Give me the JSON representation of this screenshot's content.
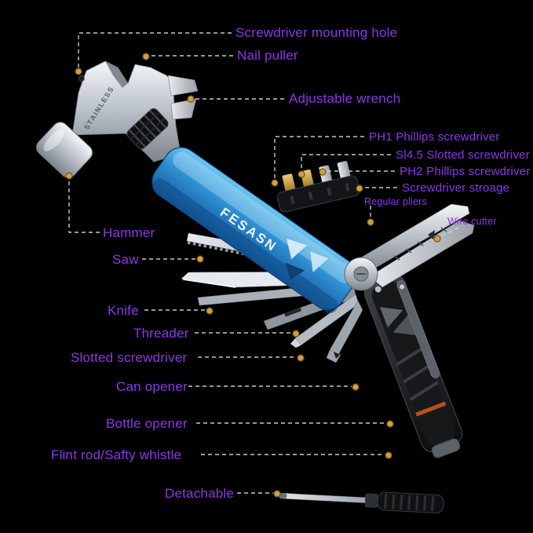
{
  "colors": {
    "label": "#8d36e8",
    "line": "#d9d9d9",
    "dot": "#d2a13d",
    "dot-ring": "#6e5314",
    "bg": "#000000",
    "brand-blue": "#2e8fd2",
    "bit-gold": "#c79b3f"
  },
  "product": {
    "brand": "FESASN",
    "engraving": "STAINLESS"
  },
  "labels": [
    {
      "id": "screwdriver-mounting-hole",
      "text": "Screwdriver mounting hole"
    },
    {
      "id": "nail-puller",
      "text": "Nail puller"
    },
    {
      "id": "adjustable-wrench",
      "text": "Adjustable wrench"
    },
    {
      "id": "ph1-phillips-screwdriver",
      "text": "PH1 Phillips screwdriver"
    },
    {
      "id": "sl45-slotted-screwdriver",
      "text": "Sl4.5 Slotted screwdriver"
    },
    {
      "id": "ph2-phillips-screwdriver",
      "text": "PH2 Phillips screwdriver"
    },
    {
      "id": "screwdriver-storage",
      "text": "Screwdriver stroage"
    },
    {
      "id": "regular-pliers",
      "text": "Regular pliers"
    },
    {
      "id": "wire-cutter",
      "text": "Wire cutter"
    },
    {
      "id": "hammer",
      "text": "Hammer"
    },
    {
      "id": "saw",
      "text": "Saw"
    },
    {
      "id": "knife",
      "text": "Knife"
    },
    {
      "id": "threader",
      "text": "Threader"
    },
    {
      "id": "slotted-screwdriver",
      "text": "Slotted screwdriver"
    },
    {
      "id": "can-opener",
      "text": "Can opener"
    },
    {
      "id": "bottle-opener",
      "text": "Bottle opener"
    },
    {
      "id": "flint-rod-safety-whistle",
      "text": "Flint rod/Safty whistle"
    },
    {
      "id": "detachable",
      "text": "Detachable"
    }
  ]
}
